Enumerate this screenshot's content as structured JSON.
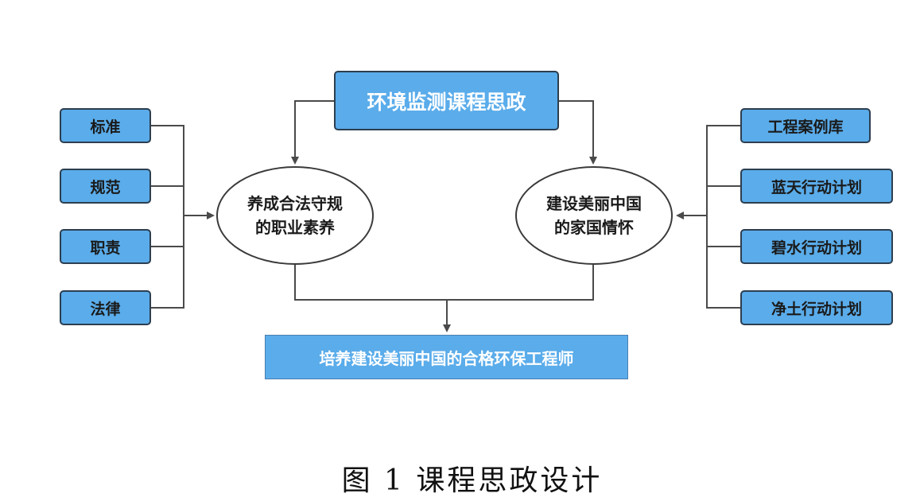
{
  "diagram": {
    "title": "环境监测课程思政",
    "left_items": [
      "标准",
      "规范",
      "职责",
      "法律"
    ],
    "left_goal_line1": "养成合法守规",
    "left_goal_line2": "的职业素养",
    "right_goal_line1": "建设美丽中国",
    "right_goal_line2": "的家国情怀",
    "right_items": [
      "工程案例库",
      "蓝天行动计划",
      "碧水行动计划",
      "净土行动计划"
    ],
    "outcome": "培养建设美丽中国的合格环保工程师",
    "colors": {
      "box_fill": "#5aacea",
      "box_border": "#2c3e50",
      "connector": "#4a4a4a"
    }
  },
  "caption": "图 1  课程思政设计"
}
